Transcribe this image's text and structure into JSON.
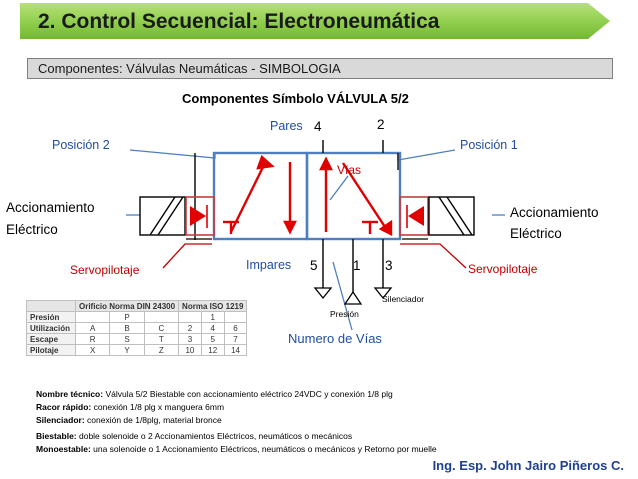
{
  "header": {
    "title": "2. Control Secuencial:  Electroneumática",
    "subtitle": "Componentes: Válvulas Neumáticas - SIMBOLOGIA"
  },
  "diagram": {
    "heading": "Componentes Símbolo VÁLVULA 5/2",
    "pares_label": "Pares",
    "port_4": "4",
    "port_2": "2",
    "posicion2": "Posición 2",
    "posicion1": "Posición 1",
    "vias": "Vías",
    "accionamiento_left_1": "Accionamiento",
    "accionamiento_left_2": "Eléctrico",
    "accionamiento_right_1": "Accionamiento",
    "accionamiento_right_2": "Eléctrico",
    "servo_left": "Servopilotaje",
    "servo_right": "Servopilotaje",
    "impares_label": "Impares",
    "port_5": "5",
    "port_1": "1",
    "port_3": "3",
    "silenciador": "Silenciador",
    "presion": "Presión",
    "numero_vias": "Numero de Vías",
    "colors": {
      "outline_blue": "#4f7fbf",
      "accent_red": "#e00000",
      "label_blue": "#1f4e9e",
      "servo_red": "#c00000",
      "title_green": "#92d050"
    }
  },
  "table": {
    "headers": [
      "Orificio Norma DIN 24300",
      "Norma ISO 1219"
    ],
    "rows": [
      {
        "label": "Presión",
        "din": [
          "",
          "P",
          ""
        ],
        "iso": [
          "",
          "1",
          ""
        ]
      },
      {
        "label": "Utilización",
        "din": [
          "A",
          "B",
          "C"
        ],
        "iso": [
          "2",
          "4",
          "6"
        ]
      },
      {
        "label": "Escape",
        "din": [
          "R",
          "S",
          "T"
        ],
        "iso": [
          "3",
          "5",
          "7"
        ]
      },
      {
        "label": "Pilotaje",
        "din": [
          "X",
          "Y",
          "Z"
        ],
        "iso": [
          "10",
          "12",
          "14"
        ]
      }
    ]
  },
  "notes": {
    "n1_label": "Nombre técnico:",
    "n1_text": " Válvula 5/2 Biestable con accionamiento eléctrico 24VDC y conexión 1/8 plg",
    "n2_label": "Racor rápido:",
    "n2_text": " conexión 1/8 plg x manguera 6mm",
    "n3_label": "Silenciador:",
    "n3_text": " conexión de 1/8plg, material bronce",
    "n4_label": "Biestable:",
    "n4_text": " doble solenoide o 2 Accionamientos Eléctricos, neumáticos o mecánicos",
    "n5_label": "Monoestable:",
    "n5_text": " una solenoide o 1 Accionamiento Eléctricos, neumáticos o mecánicos y Retorno por muelle"
  },
  "footer": {
    "author": "Ing. Esp. John Jairo Piñeros C."
  }
}
